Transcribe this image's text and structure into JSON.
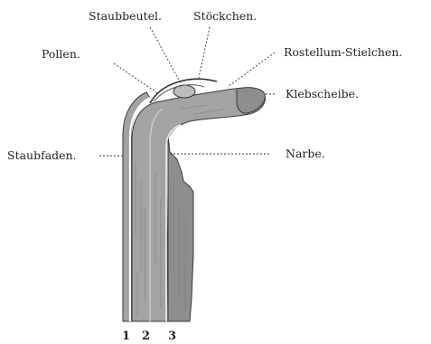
{
  "labels": {
    "staubbeutel": "Staubbeutel.",
    "stoeckchen": "Stöckchen.",
    "pollen": "Pollen.",
    "rostellum": "Rostellum-Stielchen.",
    "klebscheibe": "Klebscheibe.",
    "staubfaden": "Staubfaden.",
    "narbe": "Narbe."
  },
  "numbers": {
    "n1": "1",
    "n2": "2",
    "n3": "3"
  }
}
